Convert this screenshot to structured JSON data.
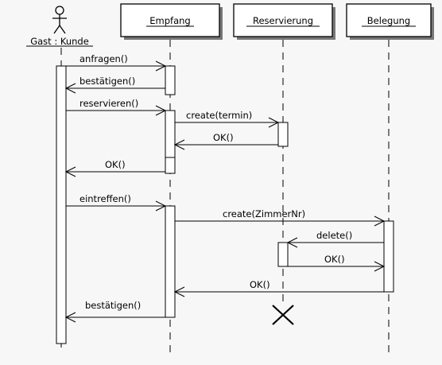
{
  "diagram": {
    "actor": {
      "label": "Gast : Kunde"
    },
    "objects": [
      {
        "label": "Empfang"
      },
      {
        "label": "Reservierung"
      },
      {
        "label": "Belegung"
      }
    ],
    "messages": [
      {
        "label": "anfragen()",
        "from": "Gast : Kunde",
        "to": "Empfang",
        "kind": "call"
      },
      {
        "label": "bestätigen()",
        "from": "Empfang",
        "to": "Gast : Kunde",
        "kind": "return"
      },
      {
        "label": "reservieren()",
        "from": "Gast : Kunde",
        "to": "Empfang",
        "kind": "call"
      },
      {
        "label": "create(termin)",
        "from": "Empfang",
        "to": "Reservierung",
        "kind": "call"
      },
      {
        "label": "OK()",
        "from": "Reservierung",
        "to": "Empfang",
        "kind": "return"
      },
      {
        "label": "OK()",
        "from": "Empfang",
        "to": "Gast : Kunde",
        "kind": "return"
      },
      {
        "label": "eintreffen()",
        "from": "Gast : Kunde",
        "to": "Empfang",
        "kind": "call"
      },
      {
        "label": "create(ZimmerNr)",
        "from": "Empfang",
        "to": "Belegung",
        "kind": "call"
      },
      {
        "label": "delete()",
        "from": "Belegung",
        "to": "Reservierung",
        "kind": "call"
      },
      {
        "label": "OK()",
        "from": "Reservierung",
        "to": "Belegung",
        "kind": "return"
      },
      {
        "label": "OK()",
        "from": "Belegung",
        "to": "Empfang",
        "kind": "return"
      },
      {
        "label": "bestätigen()",
        "from": "Empfang",
        "to": "Gast : Kunde",
        "kind": "return"
      }
    ],
    "destroyed": "Reservierung"
  }
}
